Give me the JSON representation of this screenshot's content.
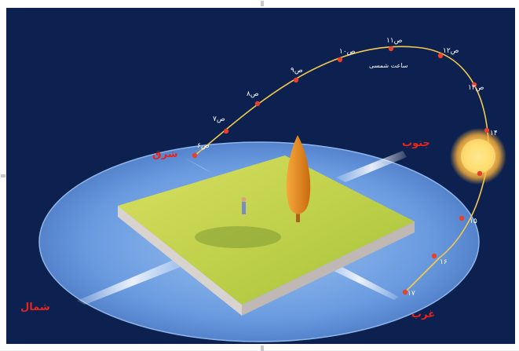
{
  "directions": {
    "east": "شرق",
    "south": "جنوب",
    "north": "شمال",
    "west": "غرب"
  },
  "path_caption": "ساعت شمسی",
  "hour_labels": [
    {
      "text": "۶ص"
    },
    {
      "text": "۷ص"
    },
    {
      "text": "۸ص"
    },
    {
      "text": "۹ص"
    },
    {
      "text": "۱۰ص"
    },
    {
      "text": "۱۱ص"
    },
    {
      "text": "۱۲ص"
    },
    {
      "text": "۱۳ص"
    },
    {
      "text": "۱۴"
    },
    {
      "text": "۱۵"
    },
    {
      "text": "۱۶"
    },
    {
      "text": "۱۷"
    }
  ],
  "colors": {
    "background": "#0c2150",
    "disc": "#5b8fd4",
    "plate_top": "#c9d43a",
    "tree": "#e88a1a",
    "sun": "#ffd45a",
    "path": "#f2c94c",
    "marker": "#e8402a",
    "direction_text": "#e8251c"
  }
}
